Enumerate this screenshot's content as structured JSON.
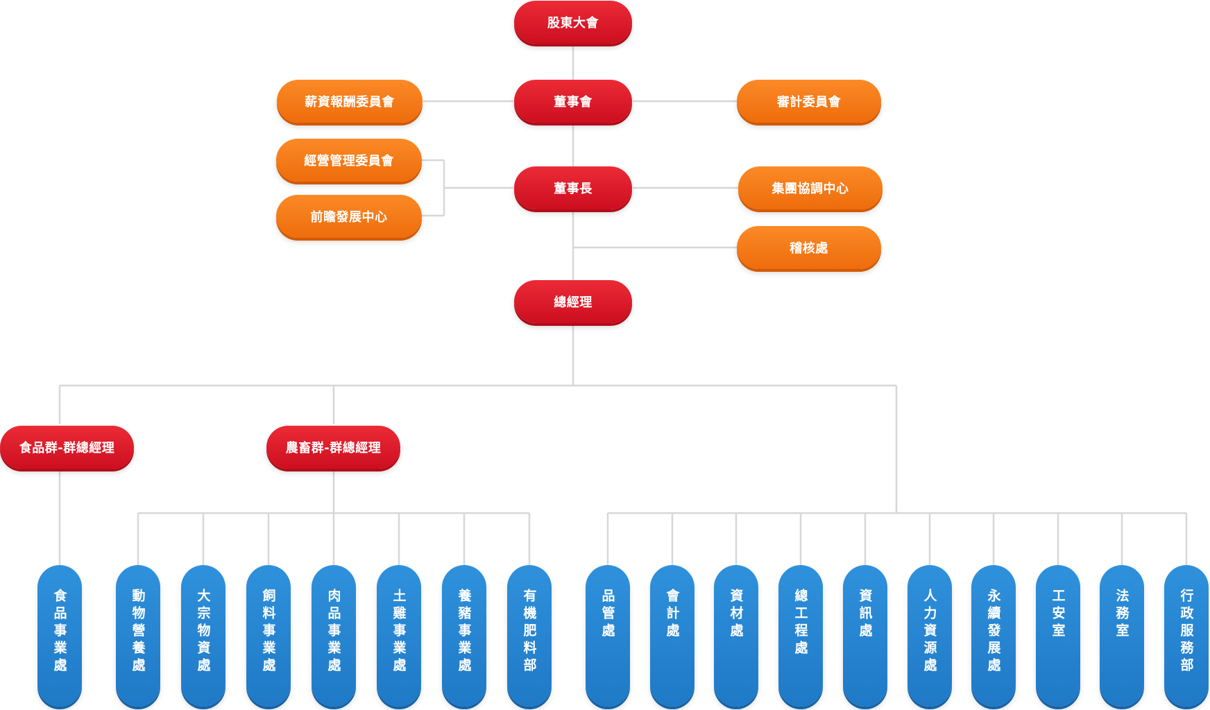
{
  "colors": {
    "executive": "#e0192b",
    "committee": "#f57c12",
    "department": "#2683d0",
    "connector": "#d7d7d7"
  },
  "executive": {
    "shareholders_meeting": "股東大會",
    "board_of_directors": "董事會",
    "chairman": "董事長",
    "general_manager": "總經理"
  },
  "committees": {
    "compensation_committee": "薪資報酬委員會",
    "audit_committee": "審計委員會",
    "management_committee": "經營管理委員會",
    "future_development_center": "前瞻發展中心",
    "group_coordination_center": "集團協調中心",
    "audit_office": "稽核處"
  },
  "groups": {
    "food_group": "食品群-群總經理",
    "agri_livestock_group": "農畜群-群總經理"
  },
  "food_group_units": [
    "食品事業處"
  ],
  "agri_livestock_units": [
    "動物營養處",
    "大宗物資處",
    "飼料事業處",
    "肉品事業處",
    "土雞事業處",
    "養豬事業處",
    "有機肥料部"
  ],
  "corporate_departments": [
    "品管處",
    "會計處",
    "資材處",
    "總工程處",
    "資訊處",
    "人力資源處",
    "永續發展處",
    "工安室",
    "法務室",
    "行政服務部"
  ]
}
